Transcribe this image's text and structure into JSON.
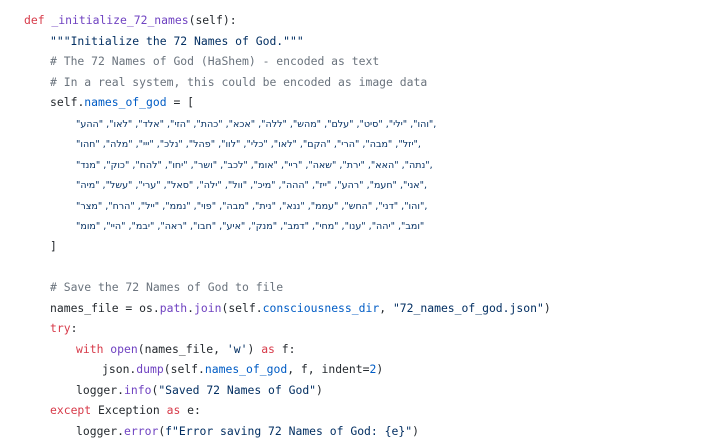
{
  "code": {
    "line1": {
      "kw": "def",
      "fn": " _initialize_72_names",
      "rest": "(self):"
    },
    "line2": {
      "str": "\"\"\"Initialize the 72 Names of God.\"\"\""
    },
    "line3": {
      "cm": "# The 72 Names of God (HaShem) - encoded as text"
    },
    "line4": {
      "cm": "# In a real system, this could be encoded as image data"
    },
    "line5": {
      "text": "self",
      "dot": ".",
      "attr": "names_of_god",
      "rest": " = ["
    },
    "hebrew_rows": [
      "\"והו\", \"ילי\", \"סיט\", \"עלם\", \"מהש\", \"ללה\", \"אכא\", \"כהת\", \"הזי\", \"אלד\", \"לאו\", \"ההע\",",
      "\"יזל\", \"מבה\", \"הרי\", \"הקם\", \"לאו\", \"כלי\", \"לוו\", \"פהל\", \"נלכ\", \"ייי\", \"מלה\", \"חהו\",",
      "\"נתה\", \"האא\", \"ירת\", \"שאה\", \"ריי\", \"אומ\", \"לכב\", \"ושר\", \"יחו\", \"להח\", \"כוק\", \"מנד\",",
      "\"אני\", \"חעמ\", \"רהע\", \"ייז\", \"ההה\", \"מיכ\", \"וול\", \"ילה\", \"סאל\", \"ערי\", \"עשל\", \"מיה\",",
      "\"והו\", \"דני\", \"החש\", \"עממ\", \"ננא\", \"נית\", \"מבה\", \"פוי\", \"נממ\", \"ייל\", \"הרח\", \"מצר\",",
      "\"ומב\", \"יהה\", \"ענו\", \"מחי\", \"דמב\", \"מנק\", \"איע\", \"חבו\", \"ראה\", \"יבמ\", \"היי\", \"מומ\""
    ],
    "line12": {
      "text": "]"
    },
    "line14": {
      "cm": "# Save the 72 Names of God to file"
    },
    "line15": {
      "a": "names_file = os.",
      "fn": "path",
      "b": ".",
      "fn2": "join",
      "c": "(self.",
      "attr": "consciousness_dir",
      "d": ", ",
      "str": "\"72_names_of_god.json\"",
      "e": ")"
    },
    "line16": {
      "kw": "try",
      "rest": ":"
    },
    "line17": {
      "kw": "with",
      "fn": " open",
      "a": "(names_file, ",
      "str": "'w'",
      "b": ") ",
      "kw2": "as",
      "c": " f:"
    },
    "line18": {
      "a": "json.",
      "fn": "dump",
      "b": "(self.",
      "attr": "names_of_god",
      "c": ", f, indent=",
      "num": "2",
      "d": ")"
    },
    "line19": {
      "a": "logger.",
      "fn": "info",
      "b": "(",
      "str": "\"Saved 72 Names of God\"",
      "c": ")"
    },
    "line20": {
      "kw": "except",
      "a": " Exception ",
      "kw2": "as",
      "b": " e:"
    },
    "line21": {
      "a": "logger.",
      "fn": "error",
      "b": "(",
      "str": "f\"Error saving 72 Names of God: {e}\"",
      "c": ")"
    }
  }
}
